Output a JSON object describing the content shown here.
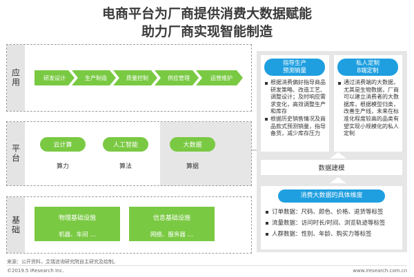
{
  "title": {
    "line1": "电商平台为厂商提供消费大数据赋能",
    "line2": "助力厂商实现智能制造"
  },
  "rows": {
    "application": {
      "label": "应用",
      "steps": [
        "研发设计",
        "生产制造",
        "质量控制",
        "供应管理",
        "运营维护"
      ]
    },
    "platform": {
      "label": "平台",
      "items": [
        {
          "name": "云计算",
          "sub": "算力"
        },
        {
          "name": "人工智能",
          "sub": "算法"
        },
        {
          "name": "大数据",
          "sub": "算据"
        }
      ]
    },
    "foundation": {
      "label": "基础",
      "items": [
        {
          "name": "物理基础设施",
          "sub": "机器、车间 …"
        },
        {
          "name": "信息基础设施",
          "sub": "网络、服务器 …"
        }
      ]
    }
  },
  "right": {
    "card1": {
      "title_line1": "指导生产",
      "title_line2": "预测销量",
      "bullets": [
        "根据消费偏好指导商品研发策略、改造工艺、调整设计；及时响应需求变化，高效调整生产和库存",
        "根据历史销售情况及商品款式预测销量，指导备货，减少库存压力"
      ]
    },
    "card2": {
      "title_line1": "私人定制",
      "title_line2": "B端定制",
      "bullets": [
        "通过消费端的大数据，尤其是生物数据，厂商可以建立消费者的大数据库，根据模型归类，改善生产线，未来在标准化程度较高的品类有望实现小规模化的私人定制"
      ]
    },
    "modeling": "数据建模",
    "dims": {
      "title": "消费大数据的具体维度",
      "items": [
        "订单数据：尺码、颜色、价格、退货等标签",
        "流量数据：访问时长/时间、浏览轨迹等标签",
        "人群数据：性别、年龄、购买力等标签"
      ]
    }
  },
  "footer": {
    "source": "来源：公开资料，艾瑞咨询研究院自主研究及绘制。",
    "copyright": "©2019.5 iResearch Inc.",
    "site": "www.iresearch.com.cn"
  },
  "colors": {
    "green": "#7ac943",
    "blue": "#1f9fe0",
    "panel_gray": "#e6e6e6",
    "dash": "#9a9a9a"
  }
}
